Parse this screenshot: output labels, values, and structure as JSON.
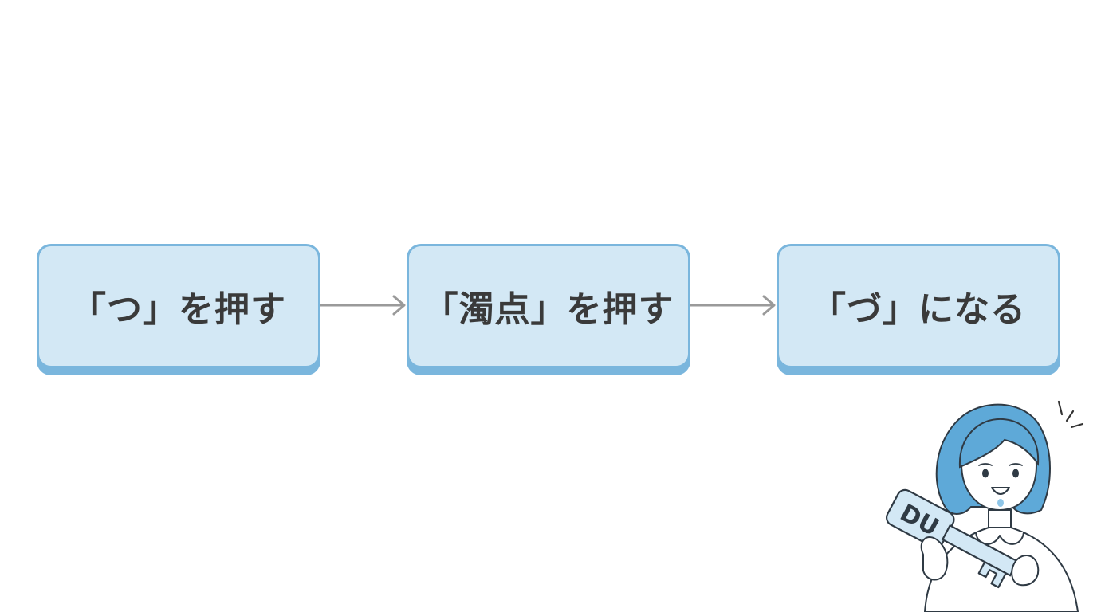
{
  "steps": [
    {
      "label": "「つ」を押す"
    },
    {
      "label": "「濁点」を押す"
    },
    {
      "label": "「づ」になる"
    }
  ],
  "key_label": "DU",
  "colors": {
    "box_fill": "#d3e8f5",
    "box_border": "#7ab6dd",
    "text": "#3a3a3a",
    "arrow": "#9a9a9a",
    "hair": "#5ea9d8"
  },
  "icons": {
    "connector": "right-arrow-icon",
    "illustration": "woman-holding-key-illustration"
  }
}
